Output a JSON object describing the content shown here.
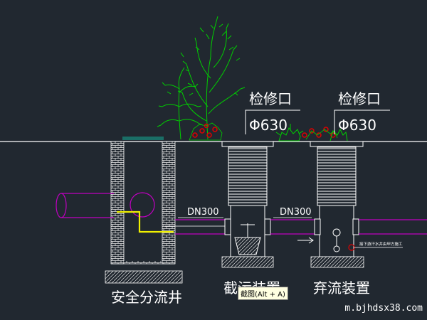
{
  "diagram": {
    "wells": [
      {
        "label": "安全分流井"
      },
      {
        "label": "截污装置"
      },
      {
        "label": "弃流装置"
      }
    ],
    "inspection_ports": [
      {
        "title": "检修口",
        "size": "Φ630"
      },
      {
        "title": "检修口",
        "size": "Φ630"
      }
    ],
    "pipes": [
      {
        "label": "DN300"
      },
      {
        "label": "DN300"
      }
    ],
    "annotation": "接下游汗水井由甲方施工"
  },
  "tooltip": "截图(Alt + A)",
  "watermark": "m.bjhdsx38.com",
  "colors": {
    "background": "#212830",
    "pipe": "#c000c0",
    "overflow_pipe": "#f0f000",
    "ground": "#ffffff",
    "shrub": "#00d000",
    "flower": "#e00000"
  }
}
